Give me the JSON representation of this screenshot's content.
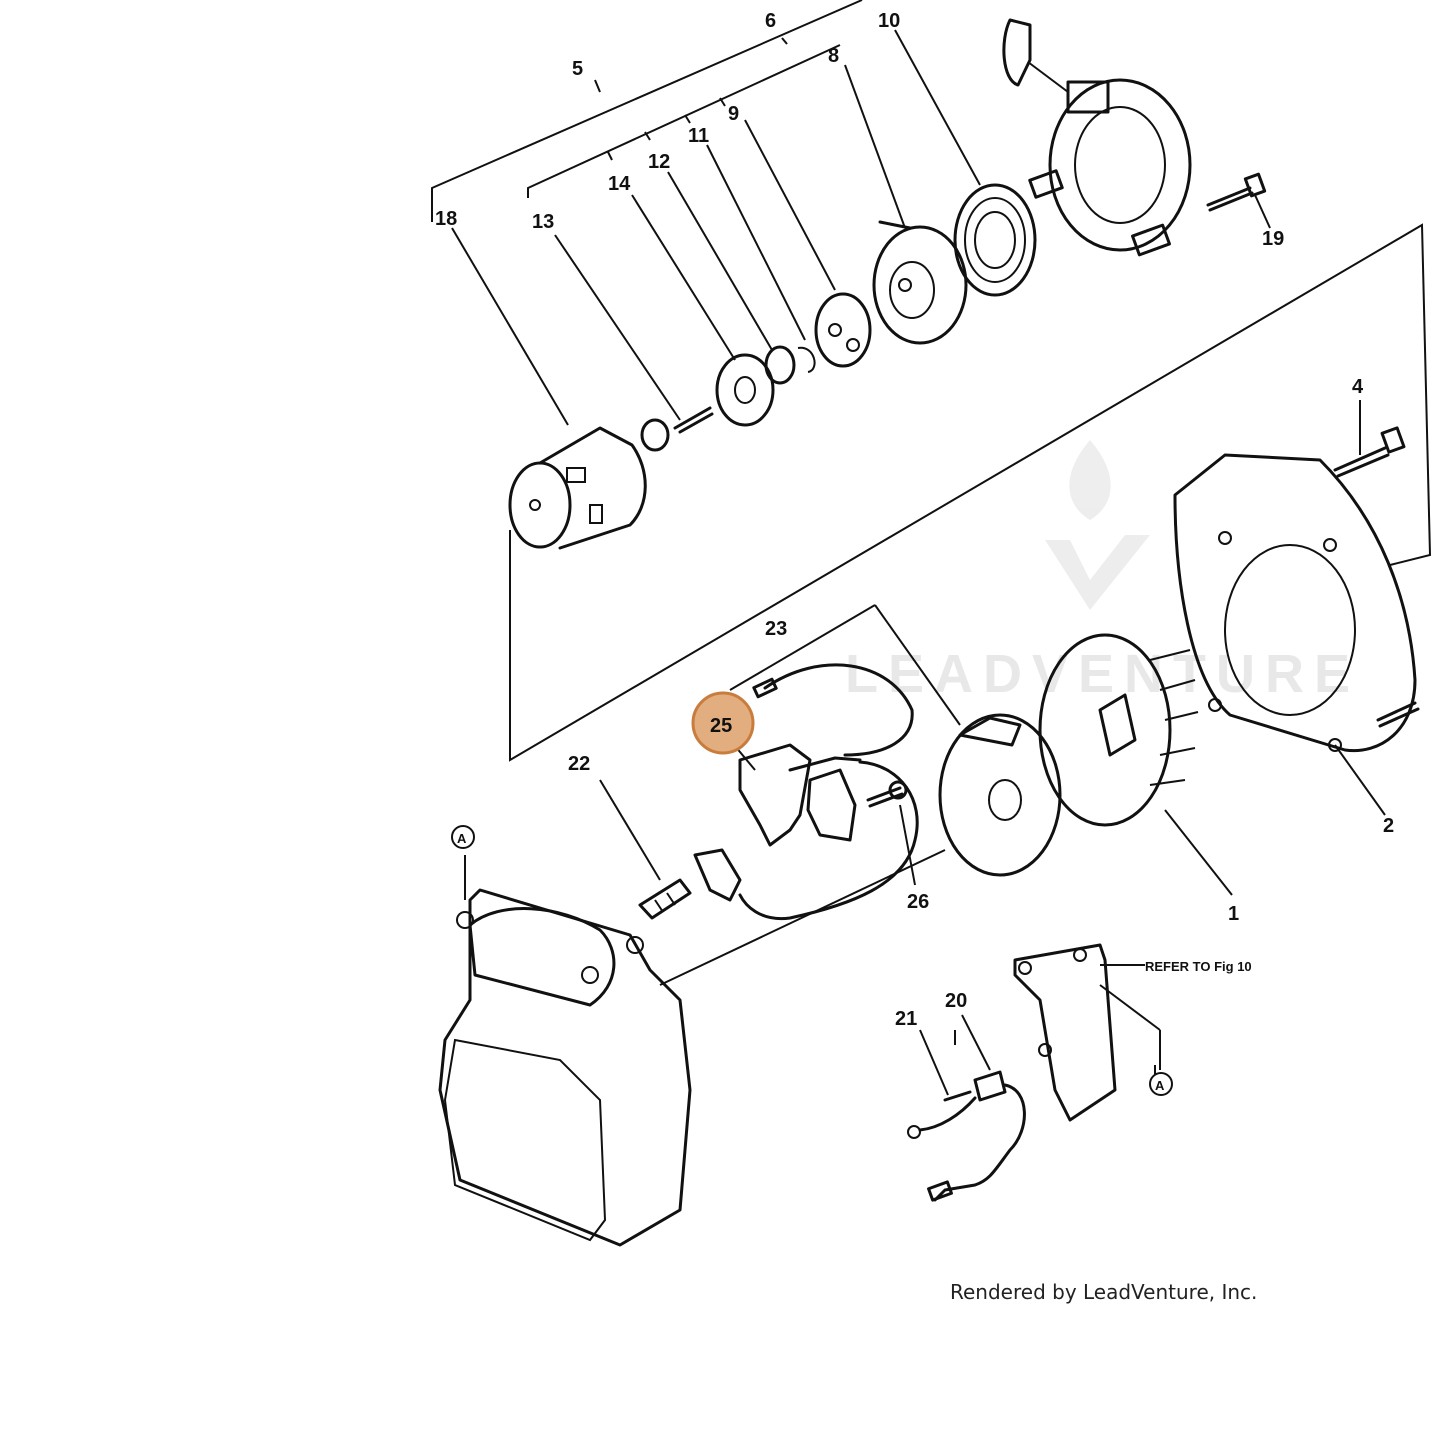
{
  "callouts": {
    "c1": "1",
    "c2": "2",
    "c4": "4",
    "c5": "5",
    "c6": "6",
    "c8": "8",
    "c9": "9",
    "c10": "10",
    "c11": "11",
    "c12": "12",
    "c13": "13",
    "c14": "14",
    "c18": "18",
    "c19": "19",
    "c20": "20",
    "c21": "21",
    "c22": "22",
    "c23": "23",
    "c25": "25",
    "c26": "26"
  },
  "reference_marker": "A",
  "refer_note": "REFER TO Fig 10",
  "highlight": {
    "callout": "25",
    "color": "#e2ad7f",
    "stroke": "#c97c3c"
  },
  "watermark": "LEADVENTURE",
  "footer": "Rendered by LeadVenture, Inc."
}
